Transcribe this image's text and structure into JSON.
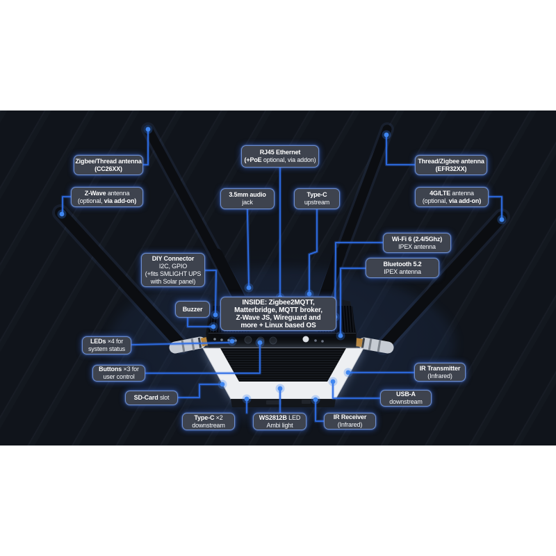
{
  "meta": {
    "description": "Annotated product diagram of a smart home hub with four antennas on a dark striped background",
    "accent_color": "#3b82f6",
    "label_fill": "#3e434e",
    "label_border": "#7da4ee",
    "band_background": "#10141b",
    "page_background": "#ffffff",
    "ambient_light_color": "#edeff2"
  },
  "labels": [
    {
      "id": "zigbee-thread-antenna",
      "lines": [
        [
          {
            "t": "Zigbee/Thread antenna",
            "b": true
          }
        ],
        [
          {
            "t": "(CC26XX)",
            "b": true
          }
        ]
      ]
    },
    {
      "id": "z-wave-antenna",
      "lines": [
        [
          {
            "t": "Z-Wave",
            "b": true
          },
          {
            "t": " antenna",
            "b": false
          }
        ],
        [
          {
            "t": "(optional, ",
            "b": false
          },
          {
            "t": "via add-on)",
            "b": true
          }
        ]
      ]
    },
    {
      "id": "rj45-ethernet",
      "lines": [
        [
          {
            "t": "RJ45 Ethernet",
            "b": true
          }
        ],
        [
          {
            "t": "(+PoE",
            "b": true
          },
          {
            "t": " optional, via addon)",
            "b": false
          }
        ]
      ]
    },
    {
      "id": "audio-jack",
      "lines": [
        [
          {
            "t": "3.5mm audio",
            "b": true
          }
        ],
        [
          {
            "t": "jack",
            "b": false
          }
        ]
      ]
    },
    {
      "id": "type-c-upstream",
      "lines": [
        [
          {
            "t": "Type-C",
            "b": true
          }
        ],
        [
          {
            "t": "upstream",
            "b": false
          }
        ]
      ]
    },
    {
      "id": "thread-zigbee-antenna",
      "lines": [
        [
          {
            "t": "Thread/Zigbee antenna",
            "b": true
          }
        ],
        [
          {
            "t": "(EFR32XX)",
            "b": true
          }
        ]
      ]
    },
    {
      "id": "lte-antenna",
      "lines": [
        [
          {
            "t": "4G/LTE",
            "b": true
          },
          {
            "t": " antenna",
            "b": false
          }
        ],
        [
          {
            "t": "(optional, ",
            "b": false
          },
          {
            "t": "via add-on)",
            "b": true
          }
        ]
      ]
    },
    {
      "id": "wifi6-ipex",
      "lines": [
        [
          {
            "t": "Wi-Fi 6 (2.4/5Ghz)",
            "b": true
          }
        ],
        [
          {
            "t": "IPEX antenna",
            "b": false
          }
        ]
      ]
    },
    {
      "id": "bluetooth-ipex",
      "lines": [
        [
          {
            "t": "Bluetooth 5.2",
            "b": true
          }
        ],
        [
          {
            "t": "IPEX antenna",
            "b": false
          }
        ]
      ]
    },
    {
      "id": "diy-connector",
      "lines": [
        [
          {
            "t": "DIY Connector",
            "b": true
          }
        ],
        [
          {
            "t": "I2C, GPIO",
            "b": false
          }
        ],
        [
          {
            "t": "(+fits SMLIGHT UPS",
            "b": false
          }
        ],
        [
          {
            "t": "with Solar panel)",
            "b": false
          }
        ]
      ]
    },
    {
      "id": "buzzer",
      "lines": [
        [
          {
            "t": "Buzzer",
            "b": true
          }
        ]
      ]
    },
    {
      "id": "inside-note",
      "lines": [
        [
          {
            "t": "INSIDE: Zigbee2MQTT,",
            "b": true
          }
        ],
        [
          {
            "t": "Matterbridge, MQTT broker,",
            "b": true
          }
        ],
        [
          {
            "t": "Z-Wave JS, Wireguard and",
            "b": true
          }
        ],
        [
          {
            "t": "more + Linux based OS",
            "b": true
          }
        ]
      ]
    },
    {
      "id": "leds",
      "lines": [
        [
          {
            "t": "LEDs",
            "b": true
          },
          {
            "t": " ×4 for",
            "b": false
          }
        ],
        [
          {
            "t": "system status",
            "b": false
          }
        ]
      ]
    },
    {
      "id": "buttons",
      "lines": [
        [
          {
            "t": "Buttons",
            "b": true
          },
          {
            "t": " ×3 for",
            "b": false
          }
        ],
        [
          {
            "t": "user control",
            "b": false
          }
        ]
      ]
    },
    {
      "id": "sd-card",
      "lines": [
        [
          {
            "t": "SD-Card",
            "b": true
          },
          {
            "t": " slot",
            "b": false
          }
        ]
      ]
    },
    {
      "id": "ir-transmitter",
      "lines": [
        [
          {
            "t": "IR Transmitter",
            "b": true
          }
        ],
        [
          {
            "t": "(Infrared)",
            "b": false
          }
        ]
      ]
    },
    {
      "id": "usb-a",
      "lines": [
        [
          {
            "t": "USB-A",
            "b": true
          }
        ],
        [
          {
            "t": "downstream",
            "b": false
          }
        ]
      ]
    },
    {
      "id": "type-c-downstream",
      "lines": [
        [
          {
            "t": "Type-C",
            "b": true
          },
          {
            "t": " ×2",
            "b": false
          }
        ],
        [
          {
            "t": "downstream",
            "b": false
          }
        ]
      ]
    },
    {
      "id": "ws2812b",
      "lines": [
        [
          {
            "t": "WS2812B",
            "b": true
          },
          {
            "t": " LED",
            "b": false
          }
        ],
        [
          {
            "t": "Ambi light",
            "b": false
          }
        ]
      ]
    },
    {
      "id": "ir-receiver",
      "lines": [
        [
          {
            "t": "IR Receiver",
            "b": true
          }
        ],
        [
          {
            "t": "(Infrared)",
            "b": false
          }
        ]
      ]
    }
  ]
}
